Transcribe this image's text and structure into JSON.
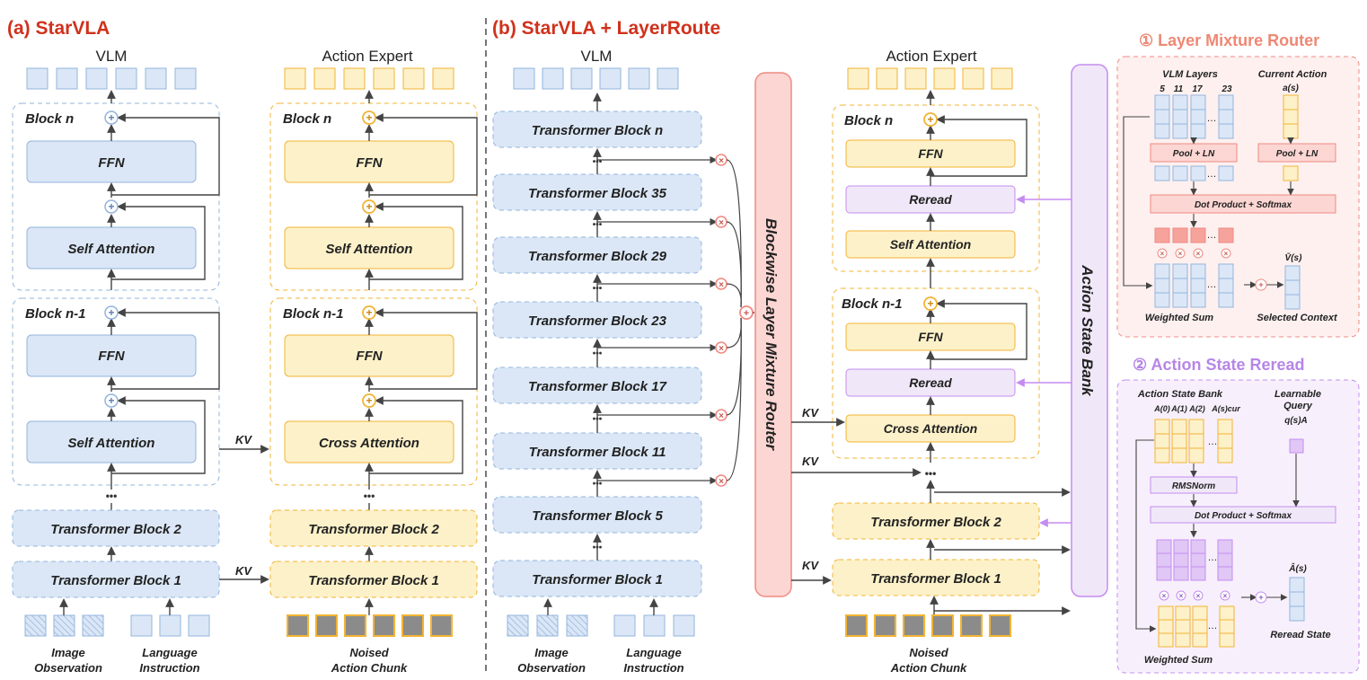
{
  "panels": {
    "a_title": "(a) StarVLA",
    "b_title": "(b) StarVLA + LayerRoute",
    "router_title": "① Layer Mixture Router",
    "reread_title": "② Action State Reread"
  },
  "colors": {
    "panel_title": "#d0311c",
    "inset_title": "#ee8874",
    "inset2_title": "#b686e6",
    "blue_fill": "#dbe7f6",
    "blue_stroke": "#93b4de",
    "yellow_fill": "#fdf1c9",
    "yellow_stroke": "#f2b434",
    "pink_fill": "#fcd6d3",
    "pink_stroke": "#f08a82",
    "purple_fill": "#f0e8f8",
    "purple_stroke": "#c58cf0",
    "noise_fill": "#8b8b8b"
  },
  "labels": {
    "vlm": "VLM",
    "action_expert": "Action Expert",
    "block_n": "Block n",
    "block_n1": "Block n-1",
    "ffn": "FFN",
    "self_attention": "Self Attention",
    "cross_attention": "Cross Attention",
    "reread": "Reread",
    "transformer_block_1": "Transformer Block 1",
    "transformer_block_2": "Transformer Block 2",
    "kv": "KV",
    "image_observation_1": "Image",
    "image_observation_2": "Observation",
    "language_instruction_1": "Language",
    "language_instruction_2": "Instruction",
    "noised_1": "Noised",
    "noised_2": "Action Chunk",
    "dots": "•••",
    "plus": "+",
    "times": "×"
  },
  "b_vlm_blocks": [
    "Transformer Block n",
    "Transformer Block 35",
    "Transformer Block 29",
    "Transformer Block 23",
    "Transformer Block 17",
    "Transformer Block 11",
    "Transformer Block 5",
    "Transformer Block 1"
  ],
  "router_bar": "Blockwise Layer Mixture Router",
  "state_bank_bar": "Action State Bank",
  "router_inset": {
    "vlm_layers": "VLM Layers",
    "layer_ids": [
      "5",
      "11",
      "17",
      "23"
    ],
    "current_action": "Current Action",
    "current_action_sym": "a(s)",
    "pool_ln": "Pool + LN",
    "dot_softmax": "Dot Product + Softmax",
    "weighted_sum": "Weighted Sum",
    "selected_context": "Selected Context",
    "v_sym": "V̄(s)",
    "ellipsis": "…"
  },
  "reread_inset": {
    "state_bank": "Action State Bank",
    "syms": [
      "A(0)",
      "A(1)",
      "A(2)",
      "A(s)cur"
    ],
    "learnable_1": "Learnable",
    "learnable_2": "Query",
    "q_sym": "q(s)A",
    "rmsnorm": "RMSNorm",
    "dot_softmax": "Dot Product + Softmax",
    "weighted_sum": "Weighted Sum",
    "reread_state": "Reread State",
    "a_sym": "Â(s)",
    "ellipsis": "…"
  }
}
